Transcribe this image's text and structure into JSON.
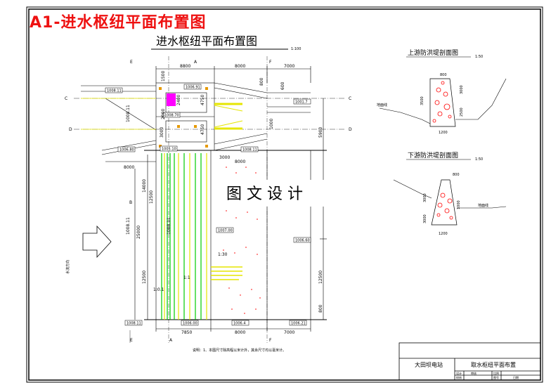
{
  "badge": "A1-进水枢纽平面布置图",
  "drawing": {
    "main_title": "进水枢纽平面布置图",
    "main_scale": "1:100",
    "watermark": "图 文 设 计",
    "flow_label": "水流方向",
    "note": "说明：1、本图尺寸除高程以米计外，其余尺寸均以毫米计。",
    "section_labels": {
      "C_left": "C",
      "C_right": "C",
      "D_left": "D",
      "D_right": "D",
      "A_top": "A",
      "F_top": "F",
      "A_bot": "A",
      "F_bot": "F",
      "E_top": "E",
      "E_bot": "E",
      "B": "B"
    },
    "top_dims": [
      "8800",
      "8000",
      "7000"
    ],
    "bottom_dims": [
      "7850",
      "8000",
      "7000"
    ],
    "left_dims": [
      "14000",
      "25000",
      "12500",
      "12500"
    ],
    "mid_dims": [
      "3000",
      "8000",
      "8000"
    ],
    "right_dims": [
      "5900",
      "12500",
      "800"
    ],
    "inner_dims": [
      "1500",
      "2000",
      "2400",
      "2400",
      "4750",
      "4750",
      "3000",
      "800",
      "600",
      "1000",
      "3000",
      "2000"
    ],
    "elevations": [
      "1008.11",
      "1006.91",
      "1008.70",
      "1006.80",
      "1005.10",
      "1008.11",
      "1007.00",
      "1006.60",
      "1008.11",
      "1006.00",
      "1006.4",
      "1006.21",
      "1008.11",
      "1008.11",
      "1008.11",
      "1001.7"
    ],
    "slopes": [
      "1:30",
      "1:0.1",
      "1:1"
    ],
    "section_upstream": {
      "title": "上游防洪堤剖面图",
      "scale": "1:50",
      "ground": "地面线",
      "dims": [
        "800",
        "3000",
        "3500",
        "2500",
        "1200"
      ]
    },
    "section_downstream": {
      "title": "下游防洪堤剖面图",
      "scale": "1:50",
      "ground": "地面线",
      "dims": [
        "800",
        "3000",
        "3000",
        "1000",
        "1200"
      ]
    },
    "titleblock": {
      "station": "大田坝电站",
      "drawing_name": "取水枢纽平面布置",
      "cells": [
        "设计",
        "校核",
        "审核",
        "比例",
        "图号",
        "日期"
      ]
    }
  },
  "colors": {
    "badge": "#ee1111",
    "pink": "#ff00ff",
    "green": "#00cc00",
    "yellow": "#e6e600",
    "red": "#ff0000",
    "cyan": "#00bfbf"
  }
}
